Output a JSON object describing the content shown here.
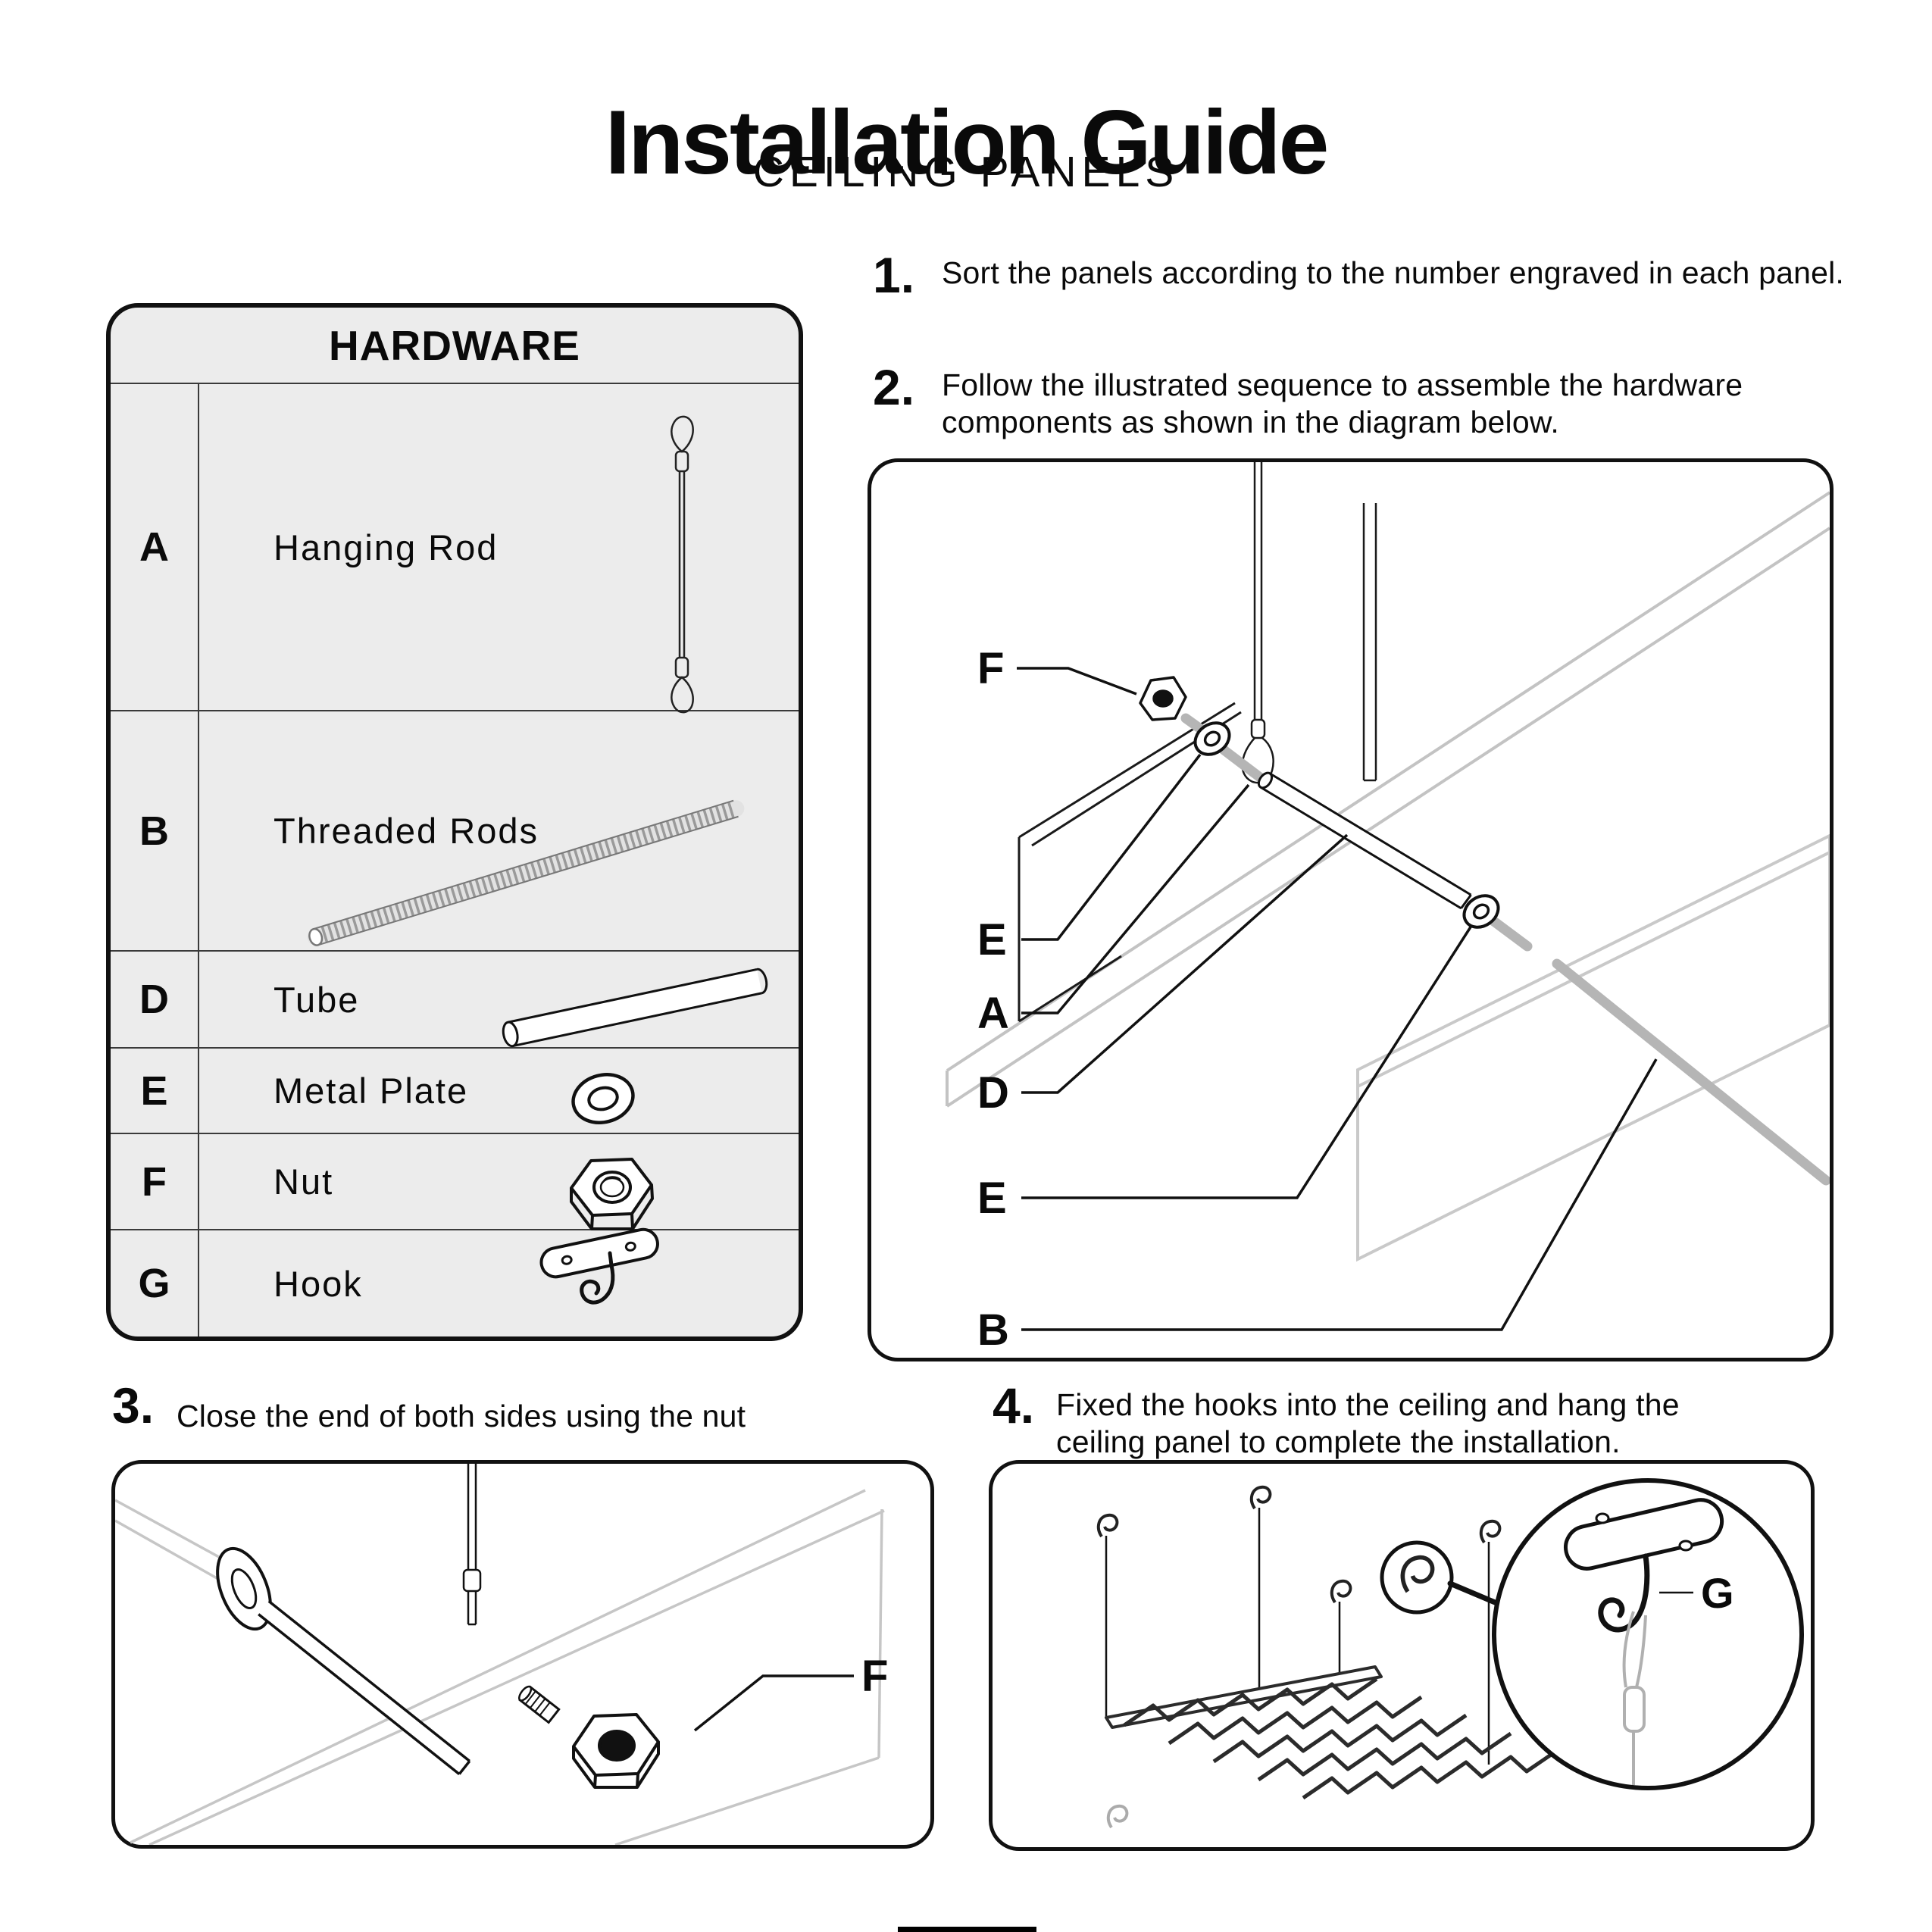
{
  "page": {
    "title": "Installation Guide",
    "subtitle": "CEILING PANELS"
  },
  "hardware": {
    "header": "HARDWARE",
    "items": [
      {
        "key": "A",
        "name": "Hanging Rod",
        "icon": "hanging-rod-icon"
      },
      {
        "key": "B",
        "name": "Threaded Rods",
        "icon": "threaded-rod-icon"
      },
      {
        "key": "D",
        "name": "Tube",
        "icon": "tube-icon"
      },
      {
        "key": "E",
        "name": "Metal Plate",
        "icon": "washer-icon"
      },
      {
        "key": "F",
        "name": "Nut",
        "icon": "hex-nut-icon"
      },
      {
        "key": "G",
        "name": "Hook",
        "icon": "ceiling-hook-icon"
      }
    ]
  },
  "steps": [
    {
      "number": "1.",
      "text": "Sort the panels according to the number engraved in  each panel."
    },
    {
      "number": "2.",
      "text": "Follow the illustrated sequence to assemble the hardware components as shown in the diagram below."
    },
    {
      "number": "3.",
      "text": "Close the end of both sides using the nut"
    },
    {
      "number": "4.",
      "text": "Fixed the hooks into the ceiling and hang the ceiling panel to complete the installation."
    }
  ],
  "assembly_diagram": {
    "labels": [
      "F",
      "E",
      "A",
      "D",
      "E",
      "B"
    ]
  },
  "nut_diagram": {
    "label": "F"
  },
  "hook_diagram": {
    "label": "G"
  }
}
